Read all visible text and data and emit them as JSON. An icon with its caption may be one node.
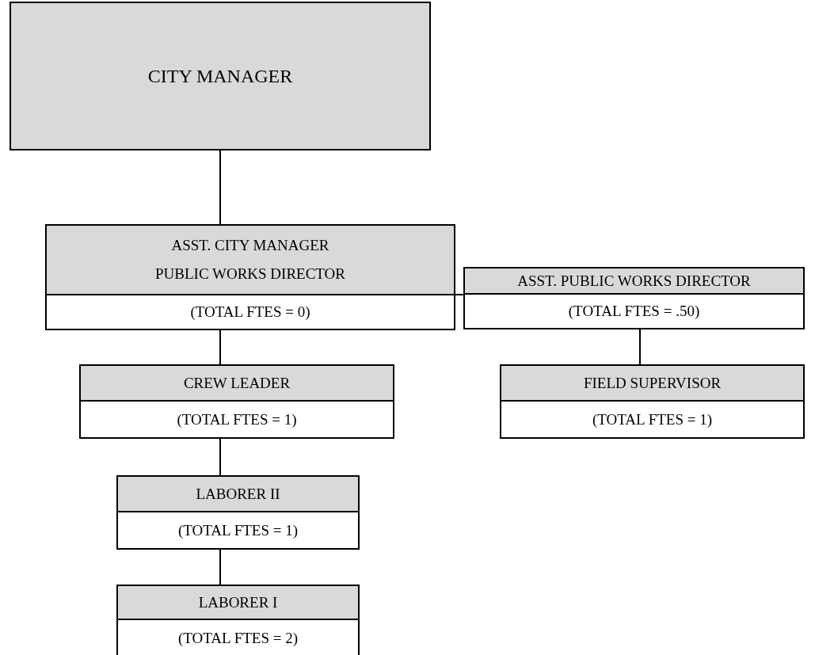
{
  "diagram": {
    "nodes": [
      {
        "text": [
          "CITY MANAGER"
        ]
      },
      {
        "text": [
          "ASST. CITY MANAGER",
          "PUBLIC WORKS DIRECTOR",
          "(TOTAL FTES = 0)"
        ]
      },
      {
        "text": [
          "ASST. PUBLIC WORKS DIRECTOR",
          "(TOTAL FTES = .50)"
        ]
      },
      {
        "text": [
          "CREW LEADER",
          "(TOTAL FTES = 1)"
        ]
      },
      {
        "text": [
          "FIELD SUPERVISOR",
          "(TOTAL FTES = 1)"
        ]
      },
      {
        "text": [
          "LABORER II",
          "(TOTAL FTES = 1)"
        ]
      },
      {
        "text": [
          "LABORER I",
          "(TOTAL FTES = 2)"
        ]
      }
    ],
    "edges": [
      {
        "from": 0,
        "to": 1,
        "arrow": "none"
      },
      {
        "from": 1,
        "to": 2,
        "arrow": "none"
      },
      {
        "from": 1,
        "to": 3,
        "arrow": "none"
      },
      {
        "from": 2,
        "to": 4,
        "arrow": "none"
      },
      {
        "from": 3,
        "to": 5,
        "arrow": "none"
      },
      {
        "from": 5,
        "to": 6,
        "arrow": "none"
      }
    ]
  }
}
